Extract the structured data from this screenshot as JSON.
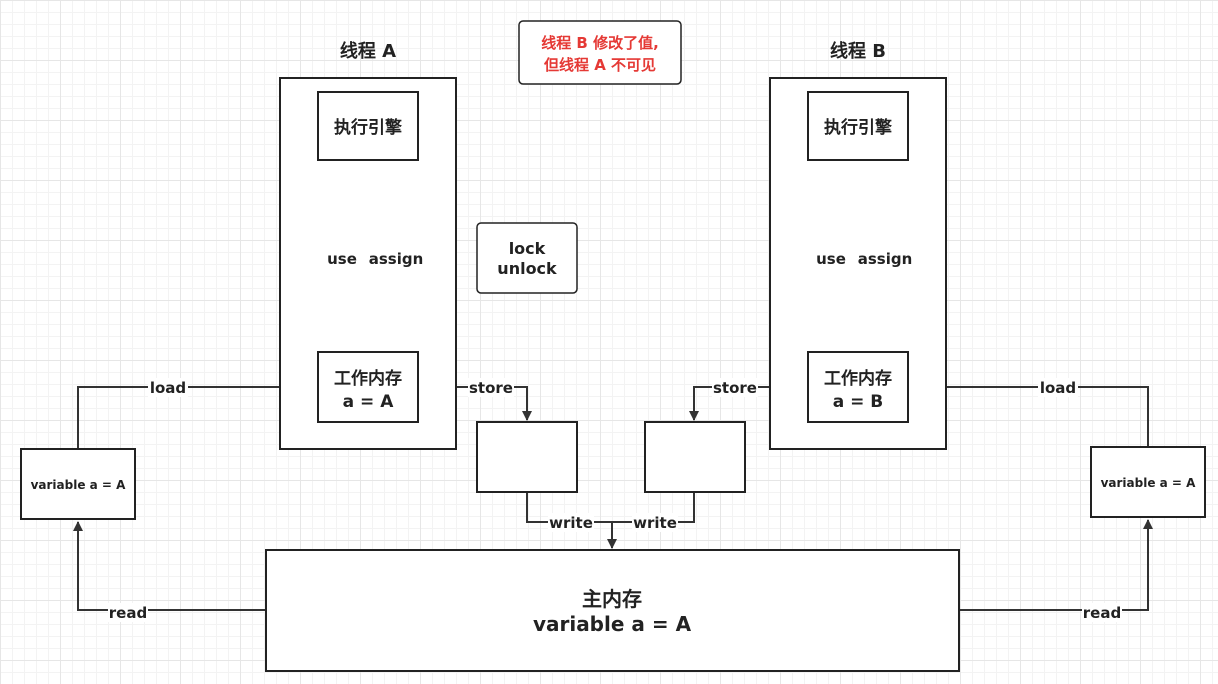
{
  "thread_a": {
    "title": "线程 A",
    "engine": "执行引擎",
    "work_mem_line1": "工作内存",
    "work_mem_line2": "a = A",
    "use_label": "use",
    "assign_label": "assign"
  },
  "thread_b": {
    "title": "线程 B",
    "engine": "执行引擎",
    "work_mem_line1": "工作内存",
    "work_mem_line2": "a = B",
    "use_label": "use",
    "assign_label": "assign"
  },
  "note": {
    "line1": "线程 B 修改了值,",
    "line2": "但线程 A 不可见",
    "color": "#e53935"
  },
  "lock_box": {
    "line1": "lock",
    "line2": "unlock"
  },
  "left_var": "variable a = A",
  "right_var": "variable a = A",
  "main_memory": {
    "line1": "主内存",
    "line2": "variable a = A"
  },
  "edges": {
    "load_left": "load",
    "load_right": "load",
    "store_left": "store",
    "store_right": "store",
    "write_left": "write",
    "write_right": "write",
    "read_left": "read",
    "read_right": "read"
  }
}
